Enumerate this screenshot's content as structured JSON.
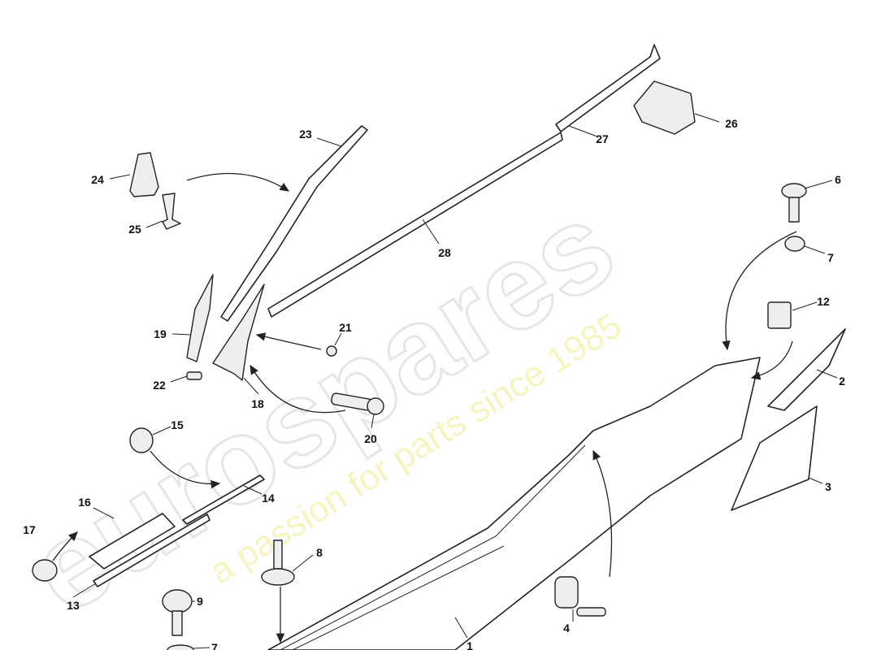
{
  "diagram": {
    "watermark": {
      "brand": "eurospares",
      "tagline": "a passion for parts since 1985"
    },
    "callouts": [
      {
        "id": "23",
        "label": "23"
      },
      {
        "id": "27",
        "label": "27"
      },
      {
        "id": "26",
        "label": "26"
      },
      {
        "id": "24",
        "label": "24"
      },
      {
        "id": "25",
        "label": "25"
      },
      {
        "id": "6",
        "label": "6"
      },
      {
        "id": "28",
        "label": "28"
      },
      {
        "id": "7a",
        "label": "7"
      },
      {
        "id": "12",
        "label": "12"
      },
      {
        "id": "21",
        "label": "21"
      },
      {
        "id": "19",
        "label": "19"
      },
      {
        "id": "22",
        "label": "22"
      },
      {
        "id": "2",
        "label": "2"
      },
      {
        "id": "18",
        "label": "18"
      },
      {
        "id": "20",
        "label": "20"
      },
      {
        "id": "15",
        "label": "15"
      },
      {
        "id": "3",
        "label": "3"
      },
      {
        "id": "14",
        "label": "14"
      },
      {
        "id": "16",
        "label": "16"
      },
      {
        "id": "17",
        "label": "17"
      },
      {
        "id": "8",
        "label": "8"
      },
      {
        "id": "13",
        "label": "13"
      },
      {
        "id": "9",
        "label": "9"
      },
      {
        "id": "4",
        "label": "4"
      },
      {
        "id": "1",
        "label": "1"
      },
      {
        "id": "7b",
        "label": "7"
      }
    ]
  }
}
